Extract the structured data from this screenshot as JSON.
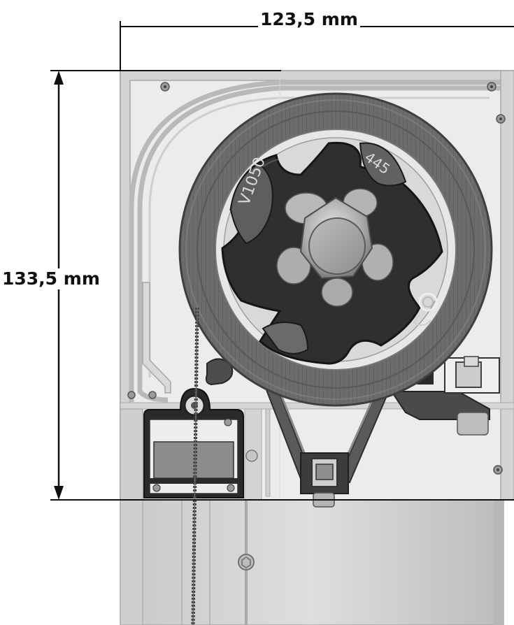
{
  "dimensions": {
    "width_label": "123,5 mm",
    "height_label": "133,5 mm"
  },
  "housing_marking_left": "V1050",
  "housing_marking_right": "445",
  "colors": {
    "tube_roll": "#6b6b6b",
    "tube_roll_dark": "#4e4e4e",
    "cap_black": "#2b2b2b",
    "housing_light": "#ececec",
    "housing_frame": "#d4d4d4",
    "profile_grey": "#c7c7c7",
    "dimension_line": "#111111"
  }
}
